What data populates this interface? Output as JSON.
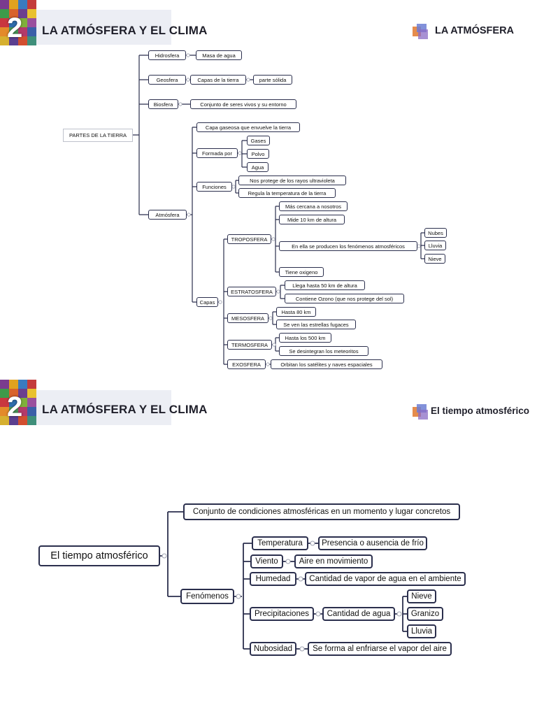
{
  "colors": {
    "line": "#2b2f4d",
    "header_band": "#eceef4",
    "text": "#1f1f2a"
  },
  "page1": {
    "unit_number": "2",
    "header_title": "LA ATMÓSFERA Y EL CLIMA",
    "section_title": "LA ATMÓSFERA",
    "root": "PARTES DE LA TIERRA",
    "hidrosfera": "Hidrosfera",
    "masa_agua": "Masa de agua",
    "geosfera": "Geosfera",
    "capas_tierra": "Capas de la tierra",
    "parte_solida": "parte sólida",
    "biosfera": "Biosfera",
    "conjunto_seres": "Conjunto de seres vivos y su entorno",
    "atmosfera": "Atmósfera",
    "capa_gaseosa": "Capa gaseosa que envuelve la tierra",
    "formada_por": "Formada por",
    "gases": "Gases",
    "polvo": "Polvo",
    "agua": "Agua",
    "funciones": "Funciones",
    "protege_rayos": "Nos protege de los rayos ultravioleta",
    "regula_temp": "Regula la temperatura de la tierra",
    "capas": "Capas",
    "troposfera": "TROPOSFERA",
    "mas_cercana": "Más cercana a nosotros",
    "mide_10": "Mide 10 km de altura",
    "fenomenos_atm": "En ella se producen los fenómenos atmosféricos",
    "nubes": "Nubes",
    "lluvia": "Lluvia",
    "nieve": "Nieve",
    "oxigeno": "Tiene oxigeno",
    "estratosfera": "ESTRATOSFERA",
    "llega_50": "Llega hasta 50 km de altura",
    "ozono": "Contiene Ozono (que nos protege del sol)",
    "mesosfera": "MESOSFERA",
    "hasta_80": "Hasta 80 km",
    "estrellas": "Se ven las estrellas fugaces",
    "termosfera": "TERMOSFERA",
    "hasta_500": "Hasta los 500 km",
    "meteoritos": "Se desintegran los meteoritos",
    "exosfera": "EXOSFERA",
    "satelites": "Orbitan los satélites y naves espaciales"
  },
  "page2": {
    "unit_number": "2",
    "header_title": "LA ATMÓSFERA Y EL CLIMA",
    "section_title": "El tiempo atmosférico",
    "root": "El tiempo atmosférico",
    "definicion": "Conjunto de condiciones atmosféricas en un momento y lugar concretos",
    "fenomenos": "Fenómenos",
    "temperatura": "Temperatura",
    "presencia_frio": "Presencia o ausencia de frío",
    "viento": "Viento",
    "aire_movimiento": "Aire en movimiento",
    "humedad": "Humedad",
    "cantidad_vapor": "Cantidad de vapor de agua en el ambiente",
    "precipitaciones": "Precipitaciones",
    "cantidad_agua": "Cantidad de agua",
    "nieve": "Nieve",
    "granizo": "Granizo",
    "lluvia": "Lluvia",
    "nubosidad": "Nubosidad",
    "se_forma": "Se forma al enfriarse el vapor del aire"
  }
}
